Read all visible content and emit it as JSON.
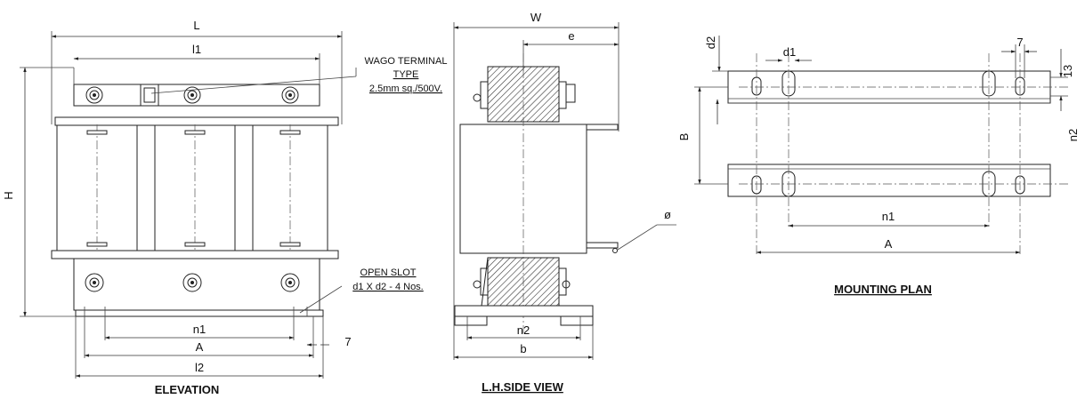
{
  "elevation": {
    "title": "ELEVATION",
    "dims": {
      "L": "L",
      "l1": "l1",
      "H": "H",
      "n1": "n1",
      "A": "A",
      "l2": "l2",
      "seven": "7"
    },
    "notes": {
      "wago_line1": "WAGO TERMINAL",
      "wago_line2": "TYPE",
      "wago_line3": "2.5mm sq./500V.",
      "slot_line1": "OPEN SLOT",
      "slot_line2": "d1 X d2 - 4 Nos."
    }
  },
  "side_view": {
    "title": "L.H.SIDE VIEW",
    "dims": {
      "W": "W",
      "e": "e",
      "n2": "n2",
      "b": "b",
      "phi": "ø"
    }
  },
  "mounting_plan": {
    "title": "MOUNTING PLAN",
    "dims": {
      "d2": "d2",
      "d1": "d1",
      "seven": "7",
      "thirteen": "13",
      "B": "B",
      "n2": "n2",
      "n1": "n1",
      "A": "A"
    }
  }
}
